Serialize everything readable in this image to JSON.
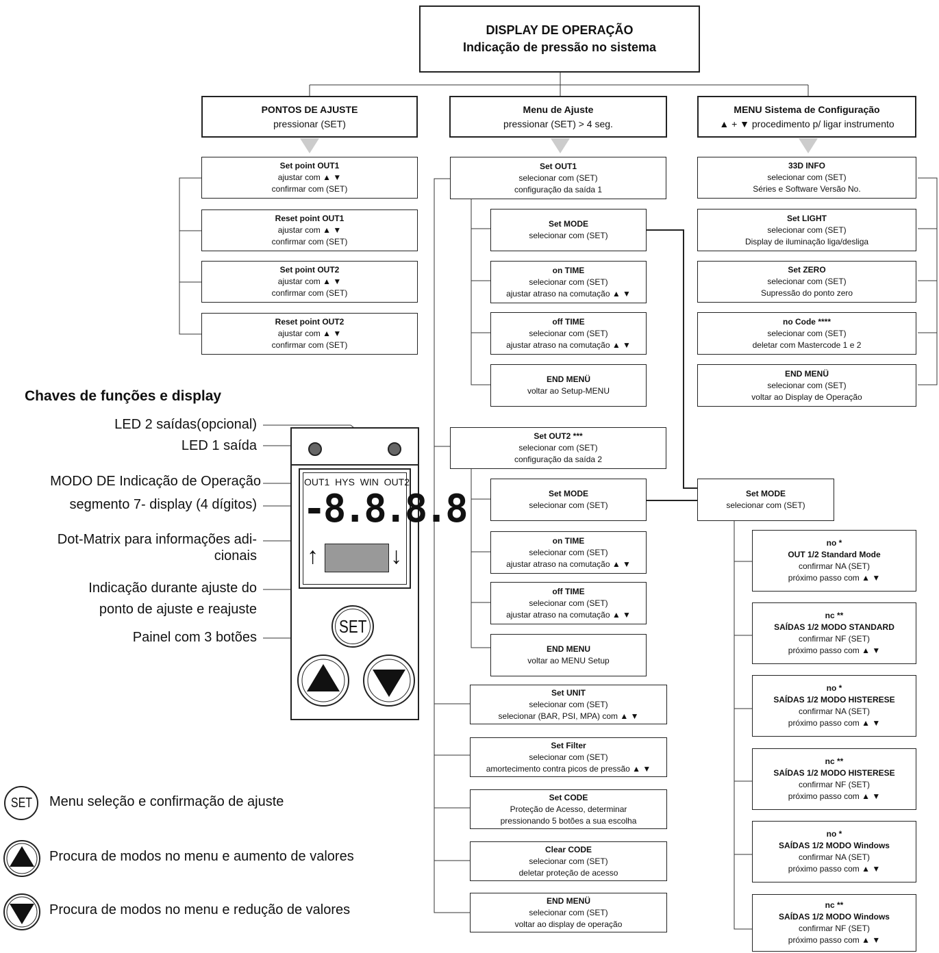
{
  "top": {
    "title": "DISPLAY DE OPERAÇÃO",
    "subtitle": "Indicação de pressão no sistema"
  },
  "headers": {
    "left": {
      "title": "PONTOS DE AJUSTE",
      "sub": "pressionar (SET)"
    },
    "mid": {
      "title": "Menu de Ajuste",
      "sub": "pressionar (SET)  > 4 seg."
    },
    "right": {
      "title": "MENU Sistema de Configuração",
      "sub": "▲ + ▼ procedimento p/ ligar instrumento"
    }
  },
  "left_boxes": [
    {
      "title": "Set point OUT1",
      "l2": "ajustar com ▲ ▼",
      "l3": "confirmar com (SET)"
    },
    {
      "title": "Reset point OUT1",
      "l2": "ajustar com ▲ ▼",
      "l3": "confirmar com (SET)"
    },
    {
      "title": "Set point OUT2",
      "l2": "ajustar com ▲ ▼",
      "l3": "confirmar com (SET)"
    },
    {
      "title": "Reset point OUT2",
      "l2": "ajustar com ▲ ▼",
      "l3": "confirmar com (SET)"
    }
  ],
  "mid": {
    "out1": {
      "title": "Set OUT1",
      "l2": "selecionar com (SET)",
      "l3": "configuração da saída 1"
    },
    "out1_children": [
      {
        "title": "Set MODE",
        "l2": "selecionar com (SET)",
        "l3": ""
      },
      {
        "title": "on TIME",
        "l2": "selecionar com (SET)",
        "l3": "ajustar atraso na comutação ▲ ▼"
      },
      {
        "title": "off TIME",
        "l2": "selecionar com (SET)",
        "l3": "ajustar atraso na comutação ▲ ▼"
      },
      {
        "title": "END MENÜ",
        "l2": "voltar ao Setup-MENU",
        "l3": ""
      }
    ],
    "out2": {
      "title": "Set OUT2 ***",
      "l2": "selecionar com  (SET)",
      "l3": "configuração da saída 2"
    },
    "out2_children": [
      {
        "title": "Set MODE",
        "l2": "selecionar com (SET)",
        "l3": ""
      },
      {
        "title": "on TIME",
        "l2": "selecionar com (SET)",
        "l3": "ajustar atraso na comutação ▲ ▼"
      },
      {
        "title": "off TIME",
        "l2": "selecionar com (SET)",
        "l3": "ajustar atraso na comutação ▲ ▼"
      },
      {
        "title": "END MENU",
        "l2": "voltar ao MENU Setup",
        "l3": ""
      }
    ],
    "others": [
      {
        "title": "Set UNIT",
        "l2": "selecionar com (SET)",
        "l3": "selecionar (BAR, PSI, MPA) com ▲ ▼"
      },
      {
        "title": "Set Filter",
        "l2": "selecionar com (SET)",
        "l3": "amortecimento contra picos de pressão ▲ ▼"
      },
      {
        "title": "Set CODE",
        "l2": "Proteção de Acesso, determinar",
        "l3": "pressionando 5 botões a sua escolha"
      },
      {
        "title": "Clear CODE",
        "l2": "selecionar com (SET)",
        "l3": "deletar proteção de acesso"
      },
      {
        "title": "END MENÜ",
        "l2": "selecionar com (SET)",
        "l3": "voltar ao display de operação"
      }
    ]
  },
  "right_boxes": [
    {
      "title": "33D INFO",
      "l2": "selecionar com (SET)",
      "l3": "Séries e Software Versão No."
    },
    {
      "title": "Set LIGHT",
      "l2": "selecionar com (SET)",
      "l3": "Display de iluminação liga/desliga"
    },
    {
      "title": "Set ZERO",
      "l2": "selecionar com (SET)",
      "l3": "Supressão do ponto zero"
    },
    {
      "title": "no Code ****",
      "l2": "selecionar com (SET)",
      "l3": "deletar com Mastercode 1 e 2"
    },
    {
      "title": "END MENÜ",
      "l2": "selecionar com (SET)",
      "l3": "voltar ao Display de Operação"
    }
  ],
  "mode": {
    "title": "Set MODE",
    "l2": "selecionar com (SET)"
  },
  "mode_options": [
    {
      "l1": "no *",
      "l2": "OUT 1/2 Standard Mode",
      "l3": "confirmar NA (SET)",
      "l4": "próximo passo com ▲ ▼"
    },
    {
      "l1": "nc **",
      "l2": "SAÍDAS 1/2 MODO STANDARD",
      "l3": "confirmar NF (SET)",
      "l4": "próximo passo com ▲ ▼"
    },
    {
      "l1": "no *",
      "l2": "SAÍDAS 1/2 MODO HISTERESE",
      "l3": "confirmar NA (SET)",
      "l4": "próximo passo com ▲ ▼"
    },
    {
      "l1": "nc **",
      "l2": "SAÍDAS 1/2 MODO HISTERESE",
      "l3": "confirmar NF (SET)",
      "l4": "próximo passo com ▲ ▼"
    },
    {
      "l1": "no *",
      "l2": "SAÍDAS 1/2 MODO Windows",
      "l3": "confirmar NA (SET)",
      "l4": "próximo passo com ▲ ▼"
    },
    {
      "l1": "nc **",
      "l2": "SAÍDAS 1/2 MODO Windows",
      "l3": "confirmar NF (SET)",
      "l4": "próximo passo com ▲ ▼"
    }
  ],
  "device": {
    "heading": "Chaves de funções e display",
    "labels": [
      "LED 2 saídas(opcional)",
      "LED 1 saída",
      "MODO DE Indicação de Operação",
      "segmento 7- display (4 dígitos)",
      "Dot-Matrix para informações adi-",
      "cionais",
      "Indicação durante ajuste do",
      "ponto de ajuste e reajuste",
      "Painel com 3 botões"
    ],
    "display_modes": "OUT1  HYS  WIN  OUT2",
    "digits": "-8.8.8.8",
    "set_label": "SET"
  },
  "legend": [
    {
      "icon": "set-icon",
      "text": "Menu seleção e confirmação de ajuste"
    },
    {
      "icon": "up-icon",
      "text": "Procura de modos no menu e aumento de valores"
    },
    {
      "icon": "down-icon",
      "text": "Procura de modos no menu e redução de valores"
    }
  ]
}
